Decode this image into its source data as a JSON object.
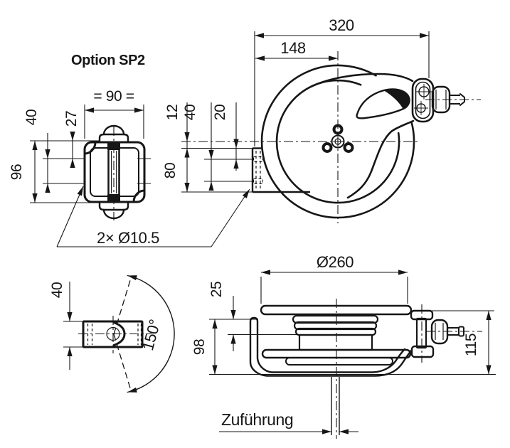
{
  "title": "Option SP2",
  "colors": {
    "ink": "#161616",
    "background": "#ffffff"
  },
  "bracket_front_view": {
    "width": "= 90 =",
    "offset_top": "27",
    "hole_spacing": "40",
    "height": "96",
    "holes": "2× Ø10.5"
  },
  "reel_side_view": {
    "overall_width": "320",
    "center_offset": "148",
    "center_to_bracket": "12",
    "hole_spacing": "40",
    "bracket_to_hole": "20",
    "bracket_height": "80"
  },
  "swivel_top_view": {
    "depth": "40",
    "swivel_angle": "150°"
  },
  "reel_front_view": {
    "drum_diameter": "Ø260",
    "disc_offset": "25",
    "bracket_height": "98",
    "overall_height": "115",
    "feed_label": "Zuführung"
  }
}
